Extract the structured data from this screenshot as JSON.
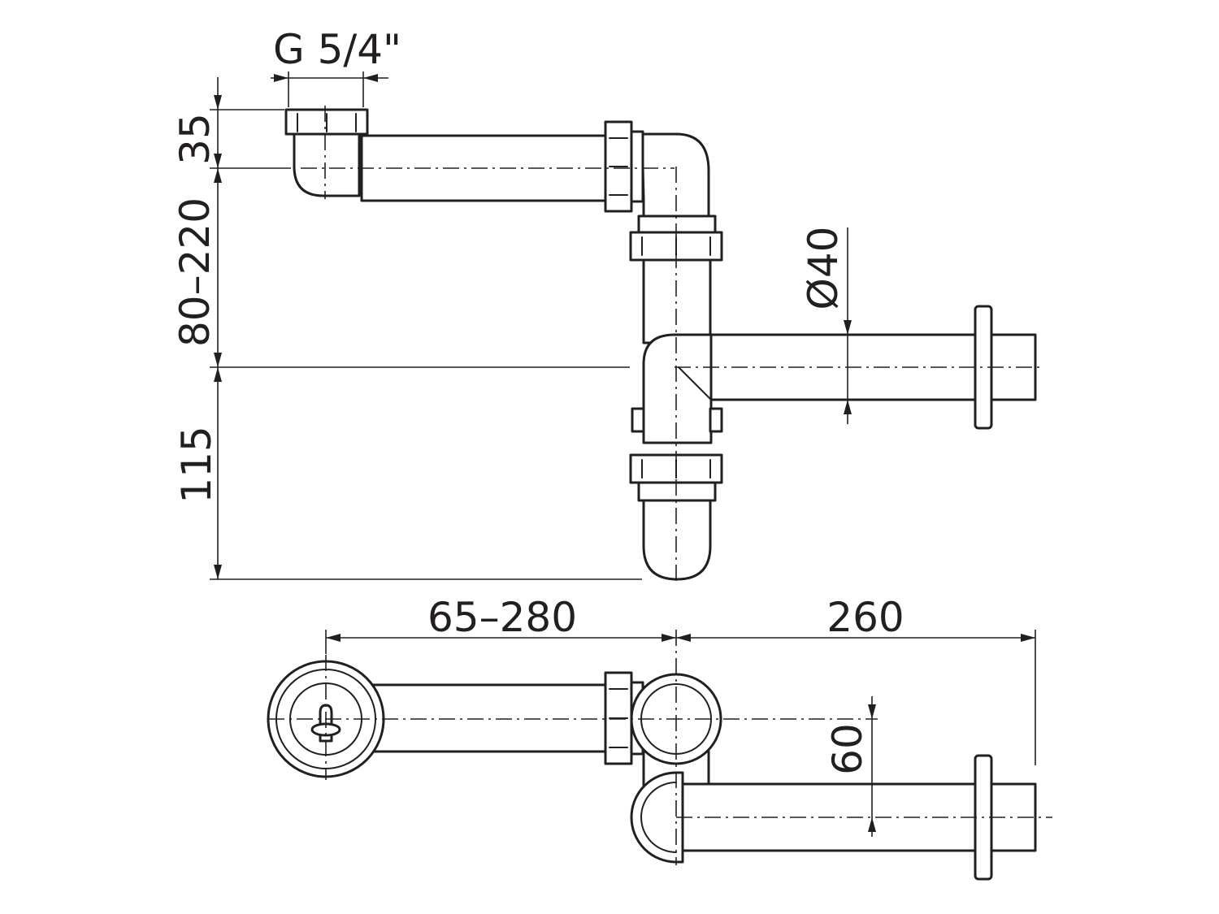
{
  "dimensions": {
    "thread": "G 5/4\"",
    "inlet_height": "35",
    "adjust_height": "80–220",
    "trap_depth": "115",
    "pipe_diameter": "Ø40",
    "horizontal_adjust": "65–280",
    "outlet_length": "260",
    "offset": "60"
  }
}
